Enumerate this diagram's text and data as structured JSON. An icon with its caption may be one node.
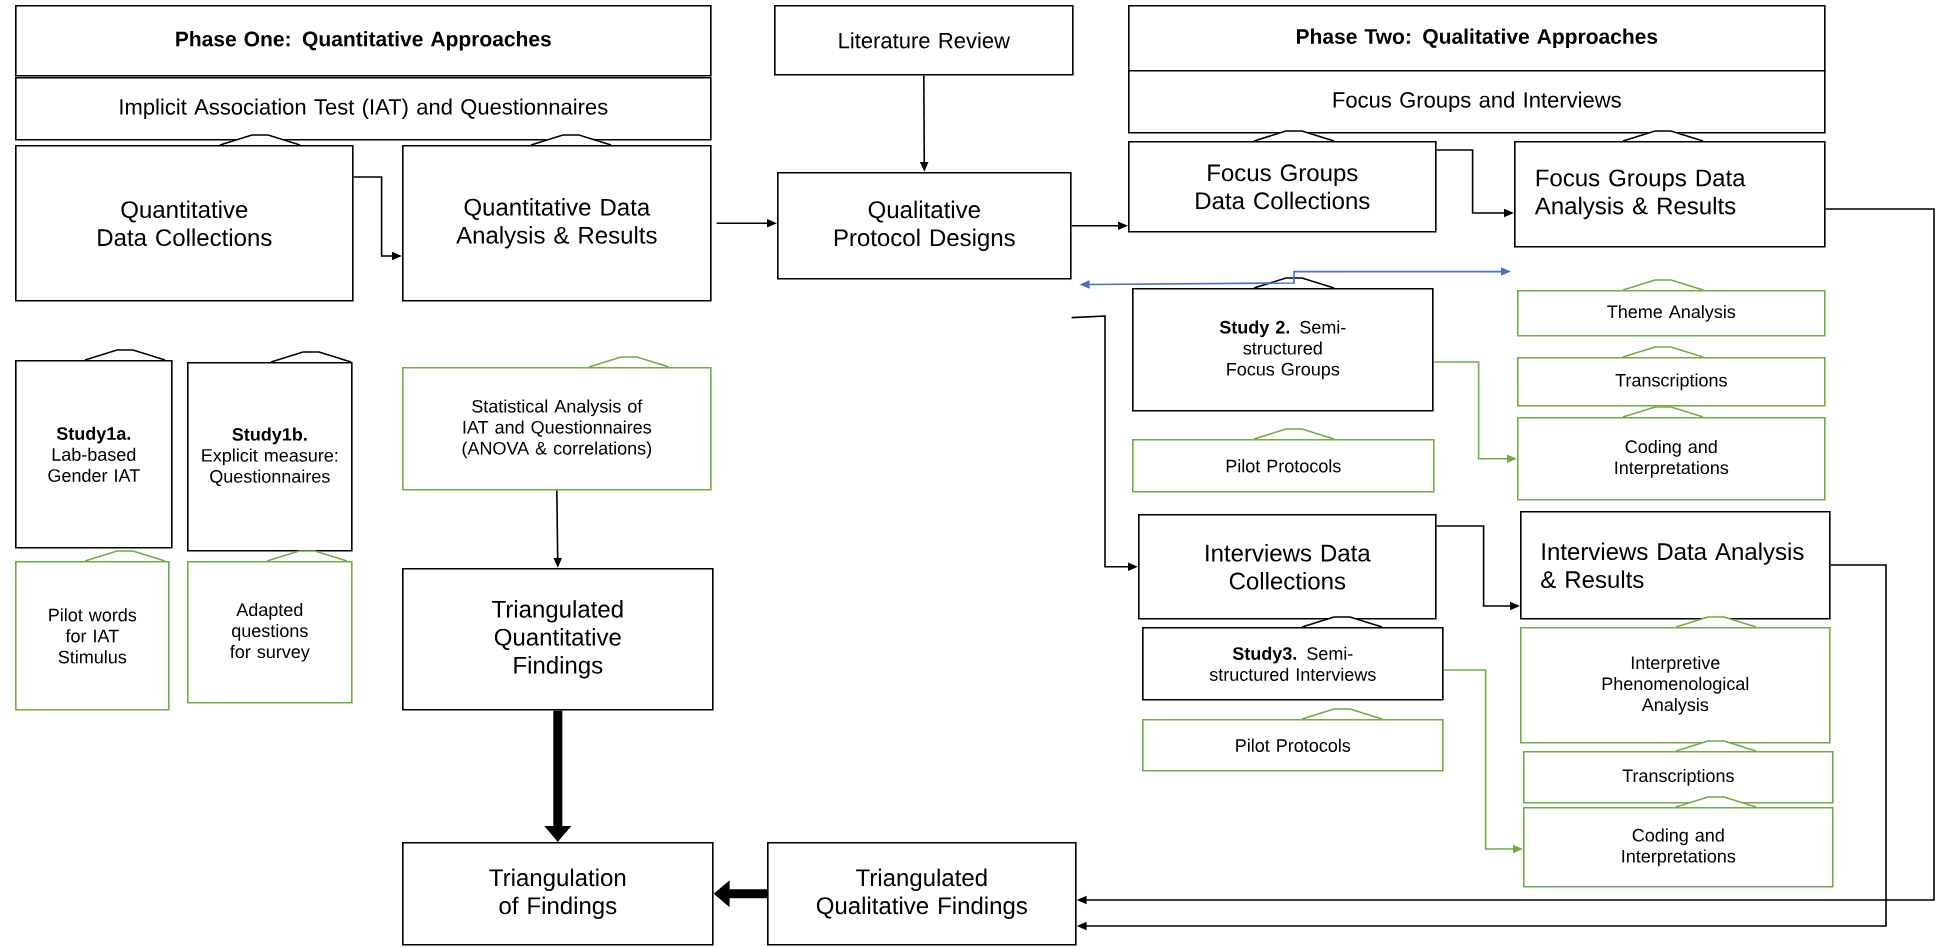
{
  "diagram": {
    "nodes": [
      {
        "text": [
          "Phase One: Quantitative Approaches"
        ]
      },
      {
        "text": [
          "Implicit Association Test (IAT) and Questionnaires"
        ]
      },
      {
        "text": [
          "Quantitative Data Collections"
        ]
      },
      {
        "text": [
          "Quantitative Data Analysis & Results"
        ]
      },
      {
        "text": [
          "Literature Review"
        ]
      },
      {
        "text": [
          "Qualitative Protocol Designs"
        ]
      },
      {
        "text": [
          "Phase Two: Qualitative Approaches"
        ]
      },
      {
        "text": [
          "Focus Groups and Interviews"
        ]
      },
      {
        "text": [
          "Focus Groups Data Collections"
        ]
      },
      {
        "text": [
          "Focus Groups Data Analysis & Results"
        ]
      },
      {
        "text": [
          "**Study 2.** Semi-structured Focus Groups"
        ]
      },
      {
        "text": [
          "Theme Analysis"
        ]
      },
      {
        "text": [
          "Transcriptions"
        ]
      },
      {
        "text": [
          "Coding and Interpretations"
        ]
      },
      {
        "text": [
          "Pilot Protocols"
        ]
      },
      {
        "text": [
          "**Study1a.** Lab-based Gender IAT"
        ]
      },
      {
        "text": [
          "**Study1b.** Explicit measure: Questionnaires"
        ]
      },
      {
        "text": [
          "Statistical Analysis of IAT and Questionnaires (ANOVA & correlations)"
        ]
      },
      {
        "text": [
          "Pilot words for IAT Stimulus"
        ]
      },
      {
        "text": [
          "Adapted questions for survey"
        ]
      },
      {
        "text": [
          "Triangulated Quantitative Findings"
        ]
      },
      {
        "text": [
          "Interviews Data Collections"
        ]
      },
      {
        "text": [
          "Interviews Data Analysis & Results"
        ]
      },
      {
        "text": [
          "**Study3.** Semi-structured Interviews"
        ]
      },
      {
        "text": [
          "Pilot Protocols"
        ]
      },
      {
        "text": [
          "Interpretive Phenomenological Analysis"
        ]
      },
      {
        "text": [
          "Transcriptions"
        ]
      },
      {
        "text": [
          "Coding and Interpretations"
        ]
      },
      {
        "text": [
          "Triangulation of Findings"
        ]
      },
      {
        "text": [
          "Triangulated Qualitative Findings"
        ]
      }
    ],
    "edges": [
      {
        "from": 2,
        "to": 3,
        "arrow": "to"
      },
      {
        "from": 3,
        "to": 5,
        "arrow": "to"
      },
      {
        "from": 4,
        "to": 5,
        "arrow": "to"
      },
      {
        "from": 5,
        "to": 8,
        "arrow": "to"
      },
      {
        "from": 8,
        "to": 9,
        "arrow": "to"
      },
      {
        "from": 5,
        "to": 9,
        "arrow": "both",
        "color": "#4472c4"
      },
      {
        "from": 5,
        "to": 21,
        "arrow": "to"
      },
      {
        "from": 21,
        "to": 22,
        "arrow": "to"
      },
      {
        "from": 10,
        "to": 13,
        "arrow": "to",
        "color": "#70ad47"
      },
      {
        "from": 23,
        "to": 27,
        "arrow": "to",
        "color": "#70ad47"
      },
      {
        "from": 9,
        "to": 29,
        "arrow": "to"
      },
      {
        "from": 22,
        "to": 29,
        "arrow": "to"
      },
      {
        "from": 17,
        "to": 20,
        "arrow": "to"
      },
      {
        "from": 20,
        "to": 28,
        "arrow": "to",
        "style": "thick"
      },
      {
        "from": 29,
        "to": 28,
        "arrow": "to",
        "style": "thick"
      }
    ]
  }
}
